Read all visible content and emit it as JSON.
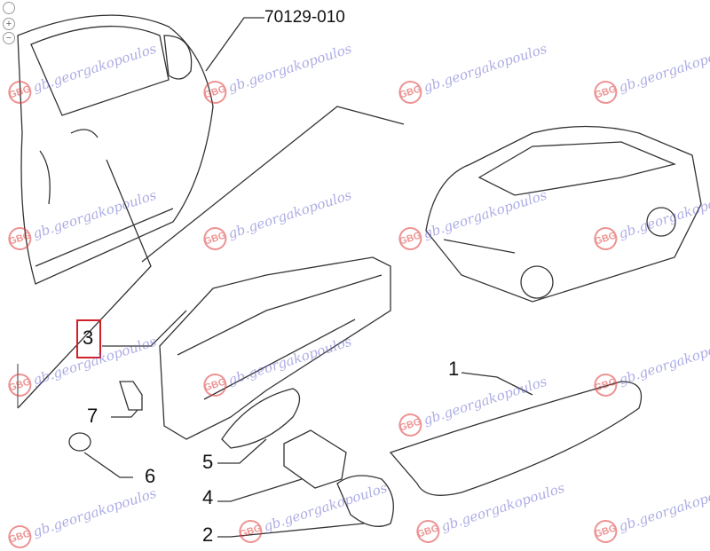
{
  "diagram": {
    "part_number": "70129-010",
    "highlight_color": "#d0202a",
    "callouts": [
      {
        "id": "1",
        "label": "1"
      },
      {
        "id": "2",
        "label": "2"
      },
      {
        "id": "3",
        "label": "3",
        "highlighted": true
      },
      {
        "id": "4",
        "label": "4"
      },
      {
        "id": "5",
        "label": "5"
      },
      {
        "id": "6",
        "label": "6"
      },
      {
        "id": "7",
        "label": "7"
      }
    ]
  },
  "watermark": {
    "logo_text": "GBG",
    "text": "gb.georgakopoulos"
  },
  "viewer_tools": [
    {
      "icon": "expand-icon"
    },
    {
      "icon": "zoom-in-icon",
      "symbol": "+"
    },
    {
      "icon": "zoom-out-icon",
      "symbol": "−"
    }
  ]
}
